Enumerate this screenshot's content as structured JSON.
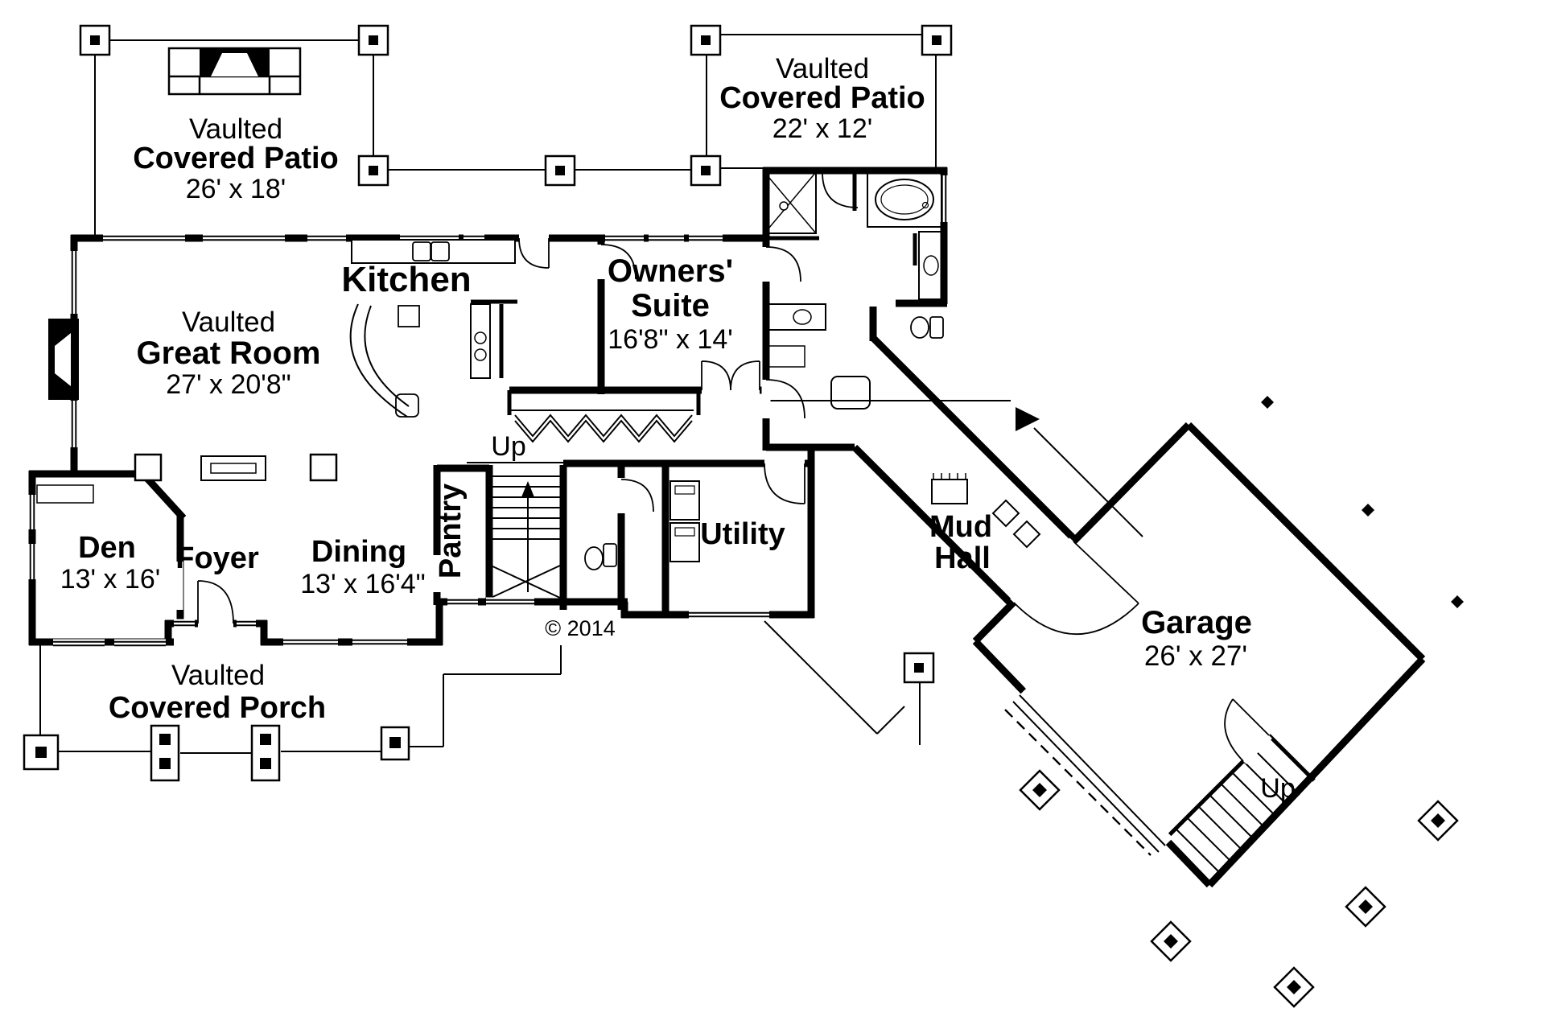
{
  "plan": {
    "copyright": "© 2014",
    "colors": {
      "ink": "#000000",
      "paper": "#ffffff"
    },
    "rooms": {
      "patio_left": {
        "sub": "Vaulted",
        "name": "Covered Patio",
        "dims": "26' x 18'"
      },
      "patio_right": {
        "sub": "Vaulted",
        "name": "Covered Patio",
        "dims": "22' x 12'"
      },
      "great_room": {
        "sub": "Vaulted",
        "name": "Great Room",
        "dims": "27' x 20'8\""
      },
      "kitchen": {
        "name": "Kitchen"
      },
      "owners_suite": {
        "name1": "Owners'",
        "name2": "Suite",
        "dims": "16'8\" x 14'"
      },
      "den": {
        "name": "Den",
        "dims": "13' x 16'"
      },
      "foyer": {
        "name": "Foyer"
      },
      "dining": {
        "name": "Dining",
        "dims": "13' x 16'4\""
      },
      "pantry": {
        "name": "Pantry"
      },
      "stairs_main": {
        "label": "Up"
      },
      "utility": {
        "name": "Utility"
      },
      "mud_hall": {
        "name1": "Mud",
        "name2": "Hall"
      },
      "garage": {
        "name": "Garage",
        "dims": "26' x 27'"
      },
      "porch": {
        "sub": "Vaulted",
        "name": "Covered Porch"
      },
      "stairs_garage": {
        "label": "Up"
      }
    }
  }
}
